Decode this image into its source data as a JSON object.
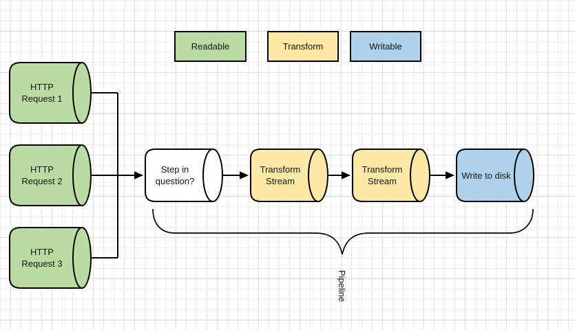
{
  "colors": {
    "readable": "#b9dba4",
    "transform": "#fce9a5",
    "writable": "#aed2eb",
    "plain": "#ffffff",
    "stroke": "#000000"
  },
  "legend": {
    "readable_label": "Readable",
    "transform_label": "Transform",
    "writable_label": "Writable"
  },
  "nodes": {
    "http1": {
      "label": "HTTP\nRequest 1"
    },
    "http2": {
      "label": "HTTP\nRequest 2"
    },
    "http3": {
      "label": "HTTP\nRequest 3"
    },
    "step": {
      "label": "Step in\nquestion?"
    },
    "ts1": {
      "label": "Transform\nStream"
    },
    "ts2": {
      "label": "Transform\nStream"
    },
    "wtd": {
      "label": "Write to disk"
    }
  },
  "annotations": {
    "pipeline_label": "Pipeline"
  }
}
